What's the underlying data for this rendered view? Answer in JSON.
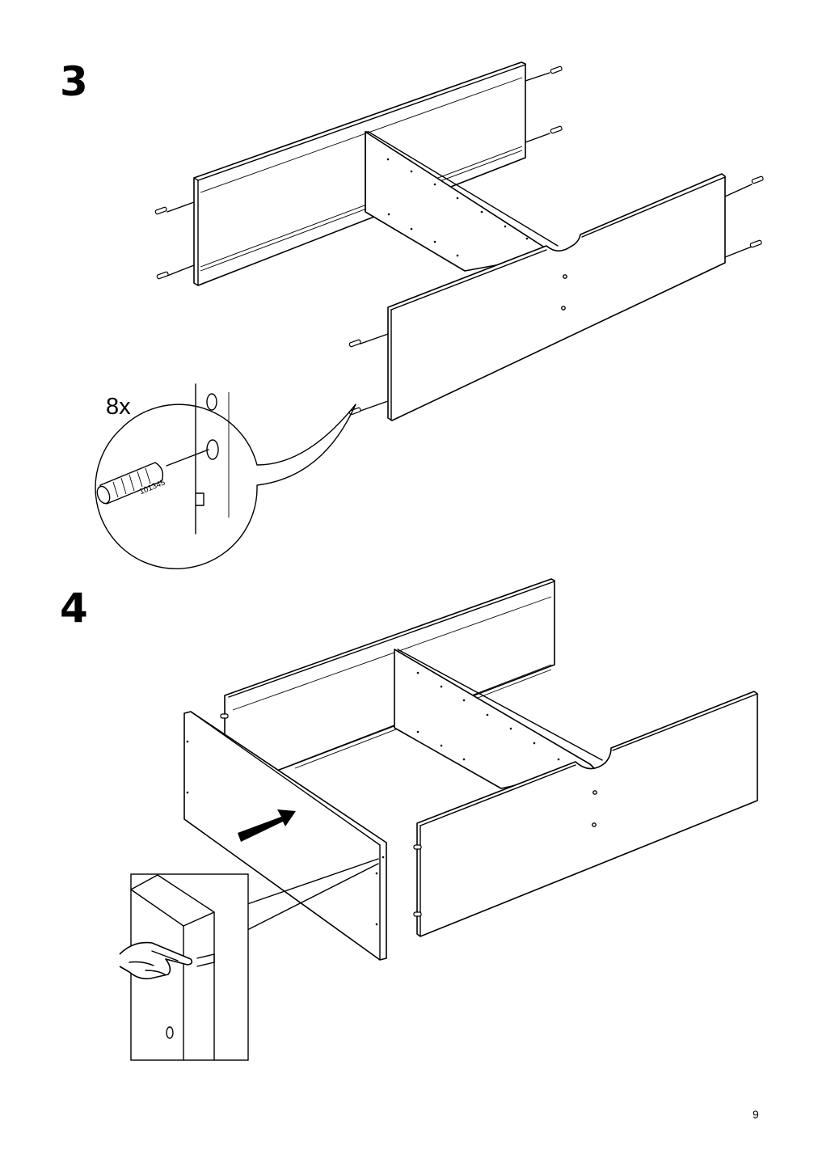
{
  "steps": [
    {
      "number": "3",
      "quantity": "8x",
      "part_number": "101345"
    },
    {
      "number": "4"
    }
  ],
  "page_number": "9",
  "icons": [
    "wooden-dowel-icon",
    "hand-pointing-icon",
    "push-arrow-icon"
  ]
}
